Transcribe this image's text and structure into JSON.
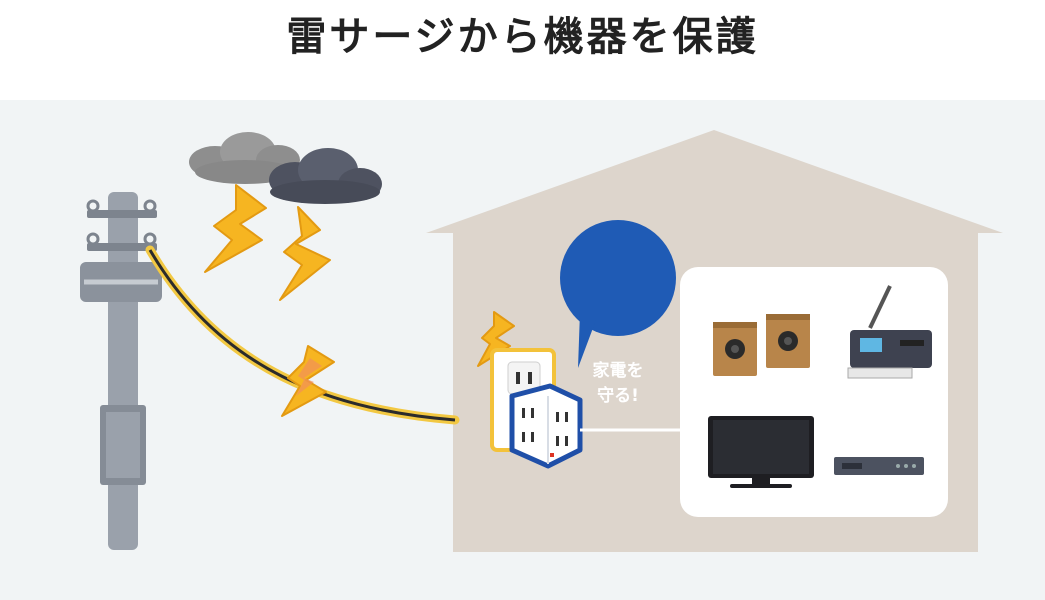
{
  "title": "雷サージから機器を保護",
  "bubble": {
    "line1": "家電を",
    "line2": "守る!",
    "color": "#1f5bb5"
  },
  "colors": {
    "background": "#f1f4f5",
    "house": "#ddd5cc",
    "lightning": "#f6b521",
    "cable": "#f2c842",
    "tap_border": "#1f4fa8"
  },
  "icons": [
    "cloud-icon",
    "lightning-icon",
    "utility-pole-icon",
    "house-icon",
    "wall-outlet-icon",
    "surge-protector-tap-icon",
    "speaker-icon",
    "printer-icon",
    "tv-icon",
    "recorder-icon"
  ]
}
